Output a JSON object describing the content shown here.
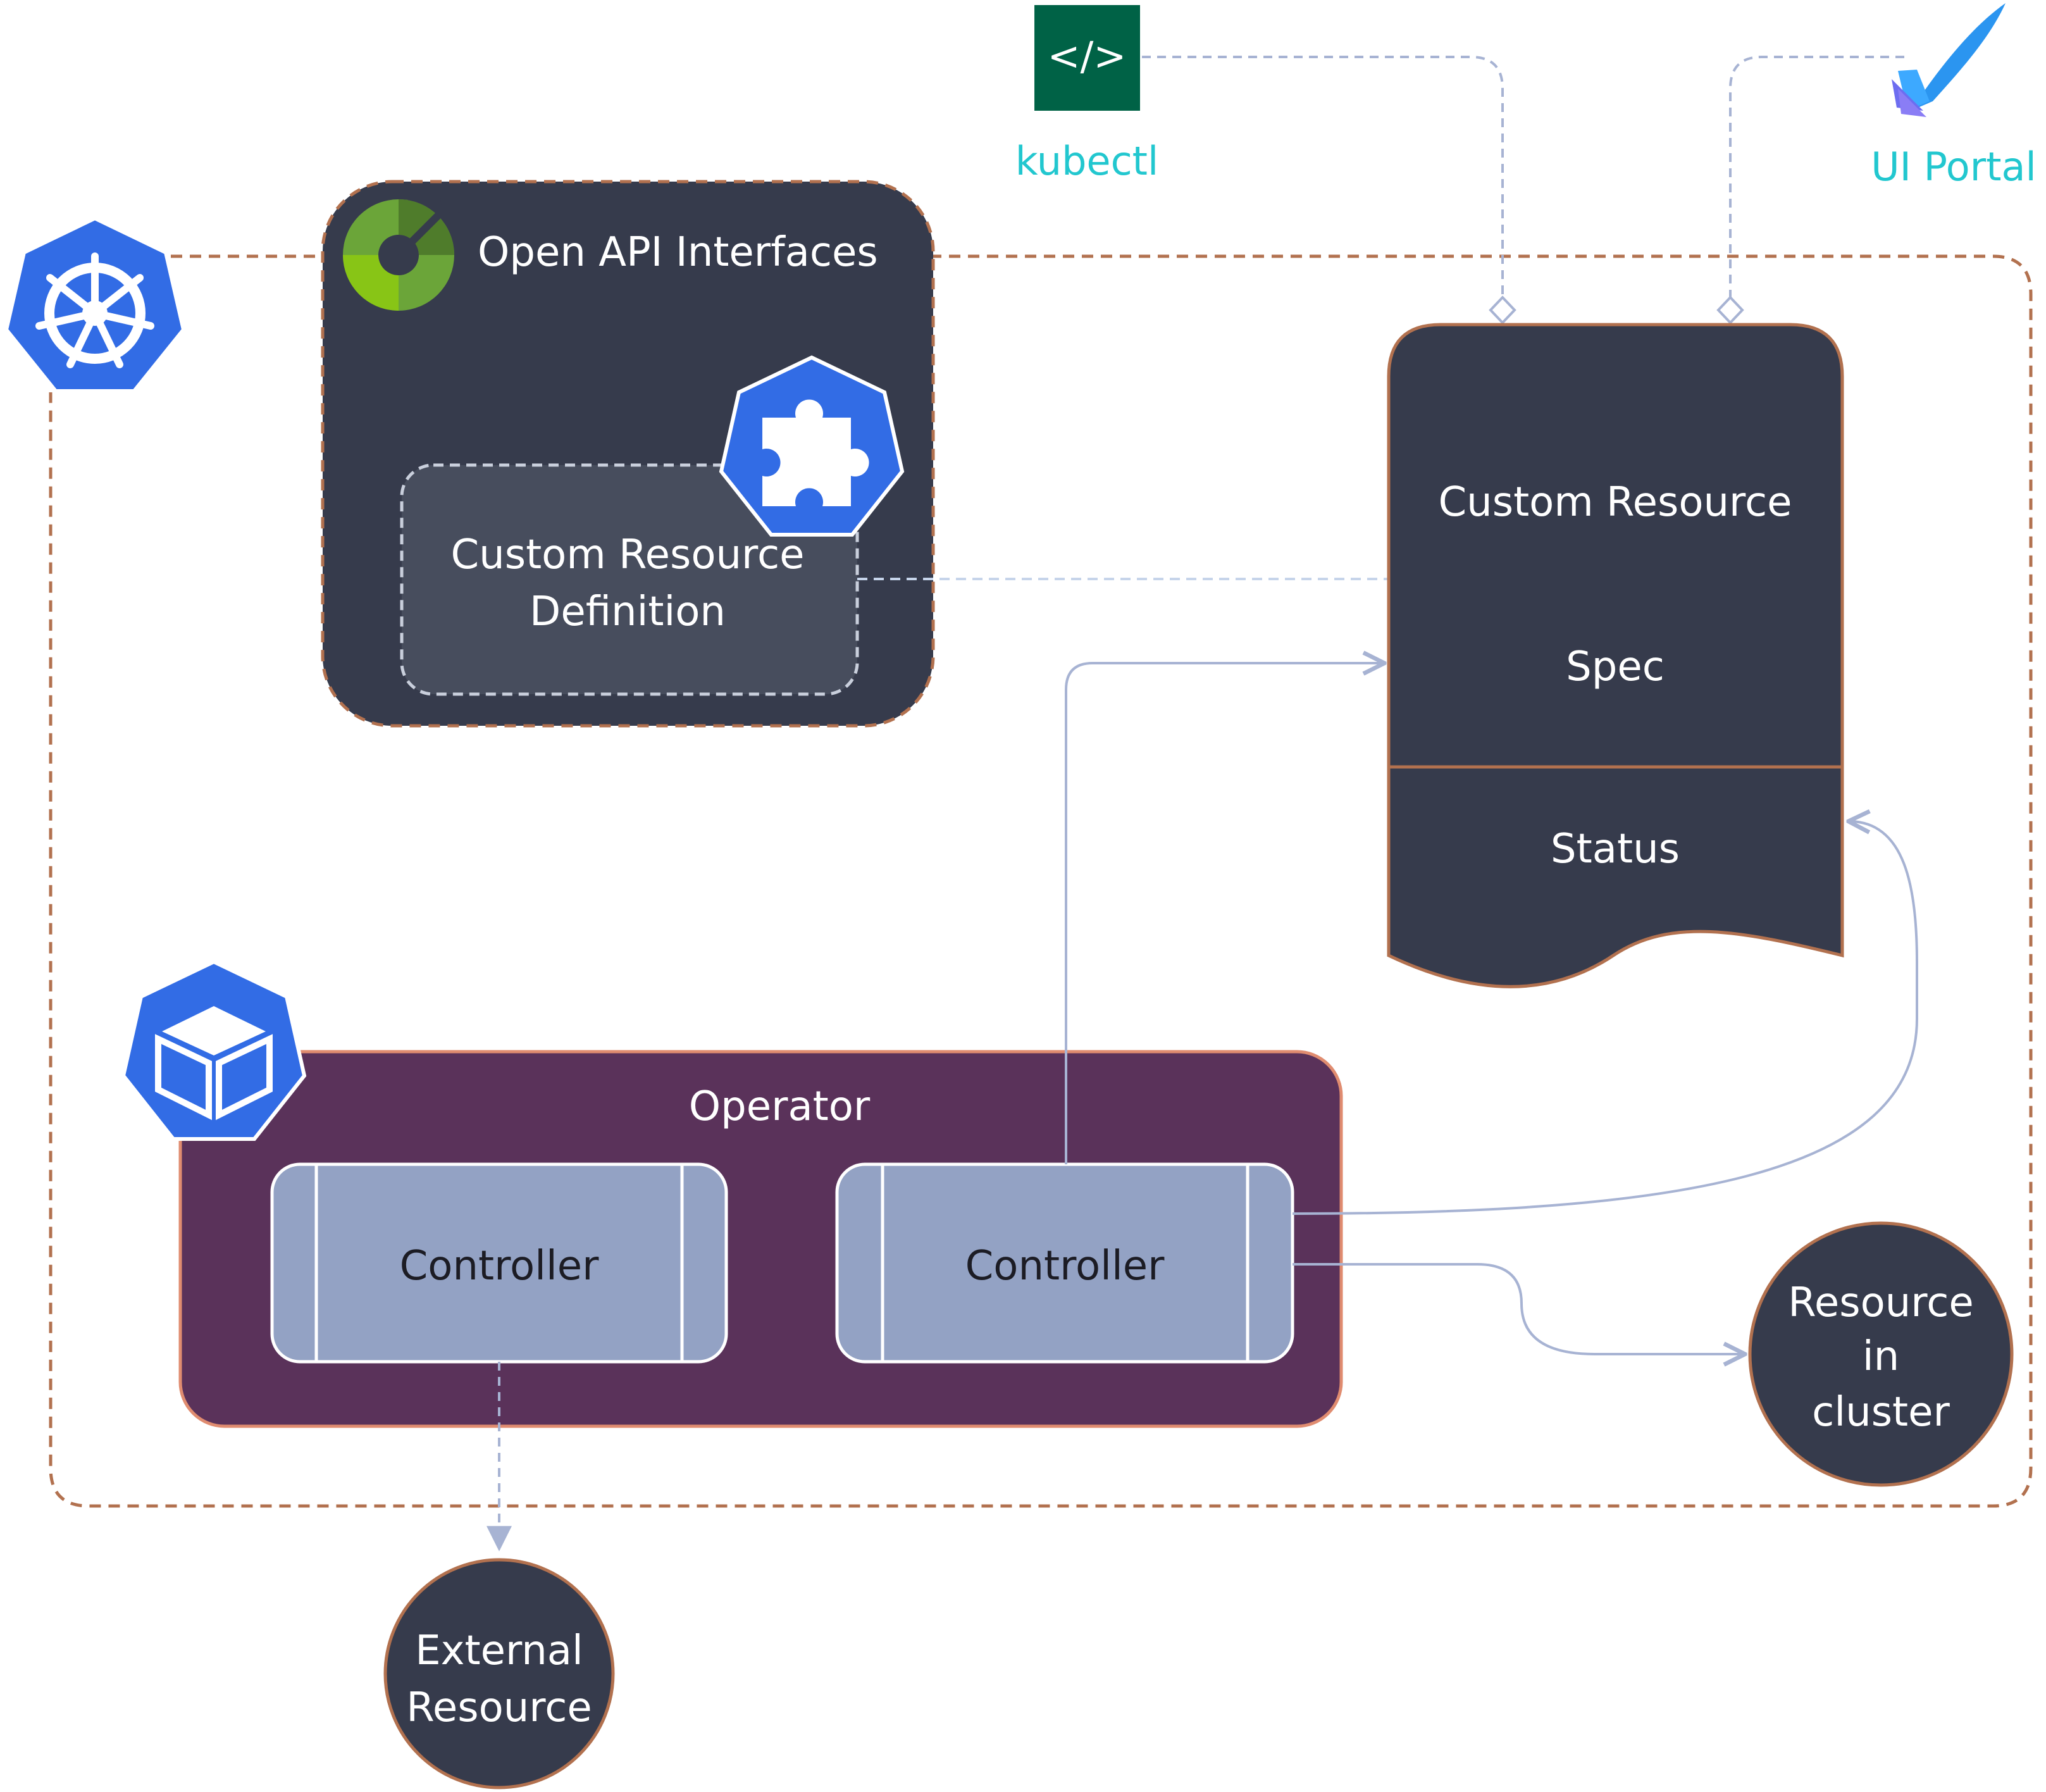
{
  "tools": {
    "kubectl": {
      "glyph": "</>",
      "label": "kubectl"
    },
    "ui_portal": {
      "label": "UI Portal"
    }
  },
  "openapi": {
    "title": "Open API Interfaces"
  },
  "crd": {
    "line1": "Custom Resource",
    "line2": "Definition"
  },
  "custom_resource": {
    "title": "Custom Resource",
    "spec": "Spec",
    "status": "Status"
  },
  "operator": {
    "title": "Operator",
    "controllers": [
      {
        "label": "Controller"
      },
      {
        "label": "Controller"
      }
    ]
  },
  "resource_in_cluster": {
    "line1": "Resource",
    "line2": "in",
    "line3": "cluster"
  },
  "external_resource": {
    "line1": "External",
    "line2": "Resource"
  },
  "colors": {
    "dark_panel": "#363b4c",
    "crd_fill": "#474d5d",
    "operator_fill": "#5a325a",
    "controller_fill": "#93a2c4",
    "kube_blue": "#2f6fe0",
    "border_brown": "#b2714f",
    "connector": "#a7b3d3",
    "teal_text": "#22c7cf",
    "kubectl_green": "#006246"
  }
}
